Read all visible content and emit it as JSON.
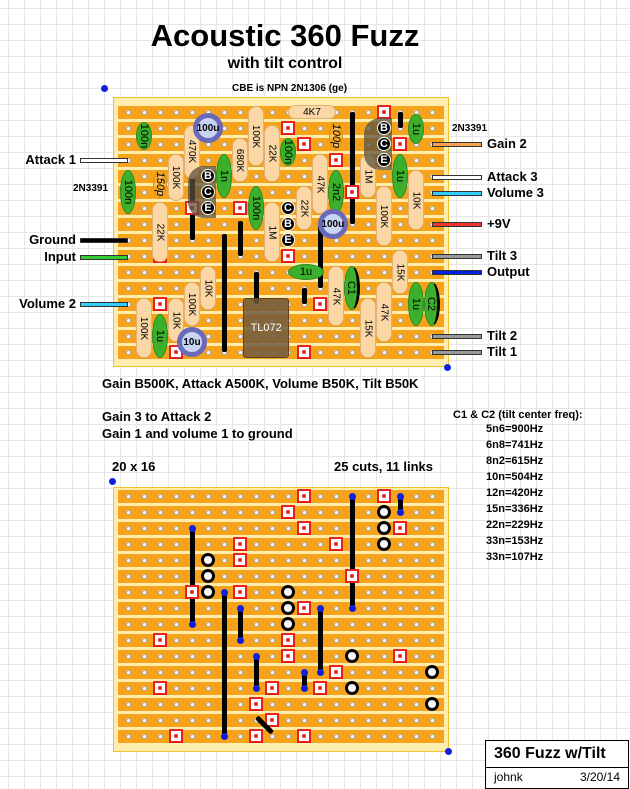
{
  "header": {
    "title": "Acoustic 360 Fuzz",
    "subtitle": "with tilt control"
  },
  "top_board": {
    "note": "CBE is NPN 2N1306 (ge)",
    "left_labels": [
      "Attack 1",
      "2N3391",
      "Ground",
      "Input",
      "Volume 2"
    ],
    "right_labels": [
      "2N3391",
      "Gain 2",
      "Attack 3",
      "Volume 3",
      "+9V",
      "Tilt 3",
      "Output",
      "Tilt 2",
      "Tilt 1"
    ],
    "components": [
      "100n",
      "470K",
      "100u",
      "100K",
      "680K",
      "22K",
      "100n",
      "4K7",
      "100p",
      "1u",
      "1M",
      "1u",
      "10K",
      "100K",
      "2n2",
      "47K",
      "22K",
      "100u",
      "1M",
      "100n",
      "1n",
      "100K",
      "150p",
      "100n",
      "22K",
      "1u",
      "47K",
      "C1",
      "15K",
      "1u",
      "C2",
      "15K",
      "47K",
      "10K",
      "100K",
      "10K",
      "100K",
      "1u",
      "10u",
      "TL072"
    ],
    "transistor_pins": [
      "B",
      "C",
      "E"
    ],
    "npn_pins": [
      "C",
      "B",
      "E"
    ]
  },
  "notes": {
    "pots": "Gain B500K, Attack A500K, Volume B50K, Tilt B50K",
    "wiring": [
      "Gain 3 to Attack 2",
      "Gain 1 and volume 1 to ground"
    ],
    "grid": "20 x 16",
    "counts": "25 cuts, 11 links"
  },
  "tilt_table": {
    "title": "C1 & C2 (tilt center freq):",
    "rows": [
      "5n6=900Hz",
      "6n8=741Hz",
      "8n2=615Hz",
      "10n=504Hz",
      "12n=420Hz",
      "15n=336Hz",
      "22n=229Hz",
      "33n=153Hz",
      "33n=107Hz"
    ]
  },
  "title_block": {
    "name": "360 Fuzz w/Tilt",
    "author": "johnk",
    "date": "3/20/14"
  },
  "colors": {
    "strip": "#f7a21b",
    "board": "#fdeeb0",
    "cut": "#e82020",
    "link": "#000000"
  }
}
